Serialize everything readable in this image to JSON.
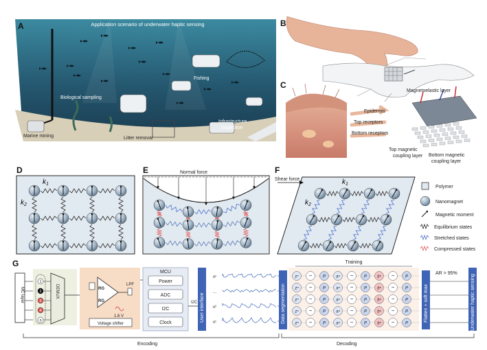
{
  "panelA": {
    "label": "A",
    "title": "Application scenario of underwater haptic sensing",
    "scenes": [
      "Fishing",
      "Biological sampling",
      "Infrastructure",
      "inspection",
      "Marine mining",
      "Litter removal"
    ]
  },
  "panelB": {
    "label": "B"
  },
  "panelC": {
    "label": "C",
    "layers": [
      "Epidermis",
      "Top receptors",
      "Bottom receptors"
    ],
    "magnetoelastic": "Magnetoelastic layer",
    "top_coupling": [
      "Top magnetic",
      "coupling layer"
    ],
    "bottom_coupling": [
      "Bottom magnetic",
      "coupling layer"
    ]
  },
  "panelD": {
    "label": "D",
    "k1": "k",
    "k1_sub": "1",
    "k2": "k",
    "k2_sub": "2"
  },
  "panelE": {
    "label": "E",
    "force": "Normal force"
  },
  "panelF": {
    "label": "F",
    "force": "Shear force",
    "k1": "k",
    "k1_sub": "1",
    "k2": "k",
    "k2_sub": "2"
  },
  "legend": [
    "Polymer",
    "Nanomagnet",
    "Magnetic moment",
    "Equilibrium states",
    "Stretched states",
    "Compressed states"
  ],
  "panelG": {
    "label": "G",
    "mc_layer": "MC layer",
    "demux": "DEMUX",
    "channels": [
      "1",
      "2",
      "3",
      "4",
      "n"
    ],
    "rg": "RG",
    "lpf": "LPF",
    "voltage": "1.6 V",
    "shifter": "Voltage shifter",
    "mcu_title": "MCU",
    "mcu_blocks": [
      "Power",
      "ADC",
      "I2C",
      "Clock"
    ],
    "i2c_link": "I2C",
    "user_interface": "User interface",
    "signals": [
      "xⁿ",
      "...",
      "x²",
      "x¹"
    ],
    "segmentation": "Data segmentation",
    "training": "Training",
    "flatten": "Flatten + soft max",
    "accuracy": "AR > 95%",
    "output": "Underwater haptic sensing",
    "encoding": "Encoding",
    "decoding": "Decoding",
    "network_cols": [
      "zⁿ",
      "~",
      "P",
      "aⁿ",
      "~",
      "P",
      "bⁿ",
      "~",
      "P"
    ]
  },
  "colors": {
    "ocean_top": "#2d7a8f",
    "ocean_bottom": "#1b3f55",
    "stretched": "#4a6fc9",
    "compressed": "#e05a5a",
    "nanomagnet": "#a9bccd",
    "mcu_blue": "#3f63b5",
    "circuit_orange": "#f7dcc6"
  }
}
